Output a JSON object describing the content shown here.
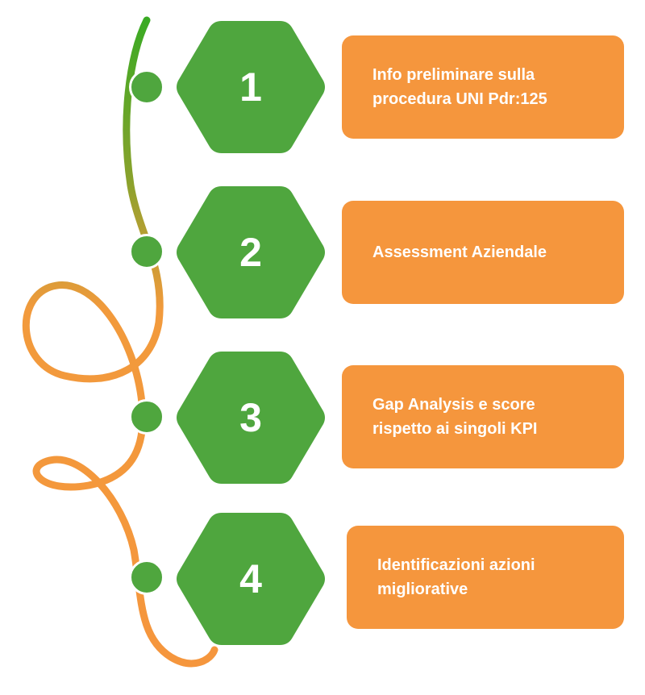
{
  "colors": {
    "green": "#4fa63e",
    "orange": "#f5963d"
  },
  "steps": [
    {
      "number": "1",
      "text": "Info preliminare sulla procedura UNI Pdr:125"
    },
    {
      "number": "2",
      "text": "Assessment Aziendale"
    },
    {
      "number": "3",
      "text": "Gap Analysis e score rispetto ai singoli KPI"
    },
    {
      "number": "4",
      "text": "Identificazioni azioni migliorative"
    }
  ]
}
